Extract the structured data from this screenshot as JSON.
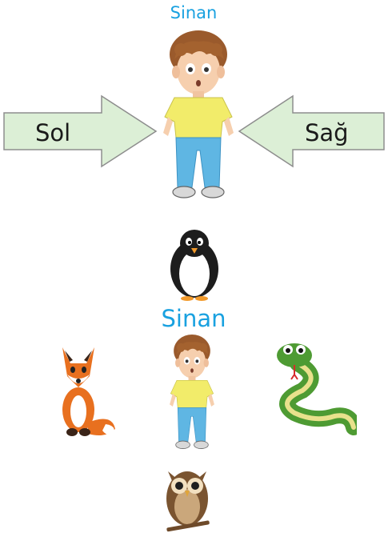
{
  "top_section": {
    "name_label": "Sinan",
    "left_arrow_label": "Sol",
    "right_arrow_label": "Sağ"
  },
  "bottom_section": {
    "name_label": "Sinan"
  },
  "colors": {
    "name_blue": "#19a1e0",
    "arrow_fill": "#dcefd6",
    "arrow_stroke": "#8d8d8d"
  },
  "icons": [
    "boy-figure-icon",
    "penguin-icon",
    "fox-icon",
    "snake-icon",
    "owl-icon"
  ]
}
